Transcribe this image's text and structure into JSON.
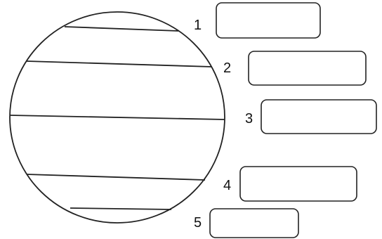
{
  "diagram": {
    "labels": [
      "1",
      "2",
      "3",
      "4",
      "5"
    ],
    "answers": [
      "",
      "",
      "",
      "",
      ""
    ],
    "colors": {
      "stroke": "#222222",
      "background": "#ffffff"
    }
  }
}
